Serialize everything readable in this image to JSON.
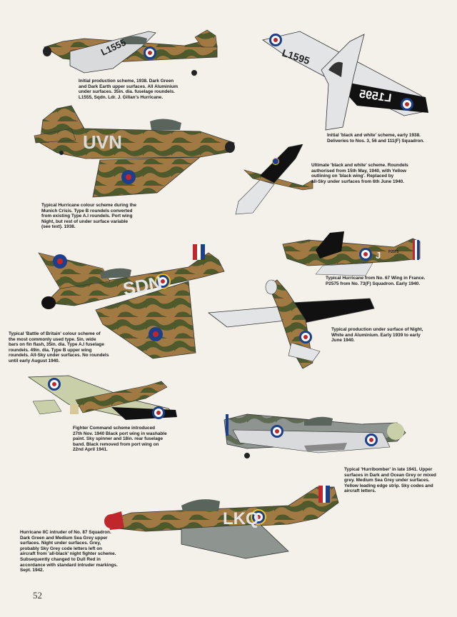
{
  "page_number": "52",
  "plates": [
    {
      "code": "L1555",
      "caption": "Initial production scheme, 1938. Dark Green\nand Dark Earth upper surfaces. All Aluminium\nunder surfaces. 35in. dia. fuselage roundels.\nL1555, Sqdn. Ldr. J. Gillan's Hurricane."
    },
    {
      "code": "L1595",
      "caption": "Initial 'black and white' scheme, early 1938.\nDeliveries to Nos. 3, 56 and 111(F) Squadron."
    },
    {
      "code": "UVN",
      "caption": "Typical Hurricane colour scheme during the\nMunich Crisis. Type B roundels converted\nfrom existing Type A.I roundels. Port wing\nNight, but rest of under surface variable\n(see text). 1938."
    },
    {
      "code": "",
      "caption": "Ultimate 'black and white' scheme. Roundels\nauthorised from 15th May, 1940, with Yellow\noutlining on 'black wing'. Replaced by\nall-Sky under surfaces from 6th June 1940."
    },
    {
      "code": "J",
      "serial": "P2575",
      "caption": "Typical Hurricane from No. 67 Wing in France.\nP2575 from No. 73(F) Squadron. Early 1940."
    },
    {
      "code": "SDN",
      "caption": "Typical 'Battle of Britain' colour scheme of\nthe most commonly used type. 5in. wide\nbars on fin flash, 35in. dia. Type A.I fuselage\nroundels. 49in. dia. Type B upper wing\nroundels. All-Sky under surfaces. No roundels\nuntil early August 1940."
    },
    {
      "code": "",
      "caption": "Typical production under surface of Night,\nWhite and Aluminium. Early 1939 to early\nJune 1940."
    },
    {
      "code": "",
      "caption": "Fighter Command scheme introduced\n27th Nov. 1940 Black port wing in washable\npaint. Sky spinner and 18in. rear fuselage\nband. Black removed from port wing on\n22nd April 1941."
    },
    {
      "code": "",
      "caption": "Typical 'Hurribomber' in late 1941. Upper\nsurfaces in Dark and Ocean Grey or mixed\ngrey. Medium Sea Grey under surfaces.\nYellow leading edge strip. Sky codes and\naircraft letters."
    },
    {
      "code": "LKQ",
      "caption": "Hurricane IIC intruder of No. 87 Squadron.\nDark Green and Medium Sea Grey upper\nsurfaces. Night under surfaces. Grey,\nprobably Sky Grey code letters left on\naircraft from 'all-black' night fighter scheme.\nSubsequently changed to Dull Red in\naccordance with standard intruder markings.\nSept. 1942."
    }
  ],
  "colors": {
    "dark_green": "#4f5a2c",
    "dark_earth": "#a07a42",
    "sky": "#c9cfa8",
    "night": "#111111",
    "aluminium": "#d8dadb",
    "roundel_blue": "#1d3f8a",
    "roundel_red": "#c0272d",
    "yellow": "#e8c22a",
    "ocean_grey": "#8e9490",
    "page_bg": "#f4f1ea"
  }
}
